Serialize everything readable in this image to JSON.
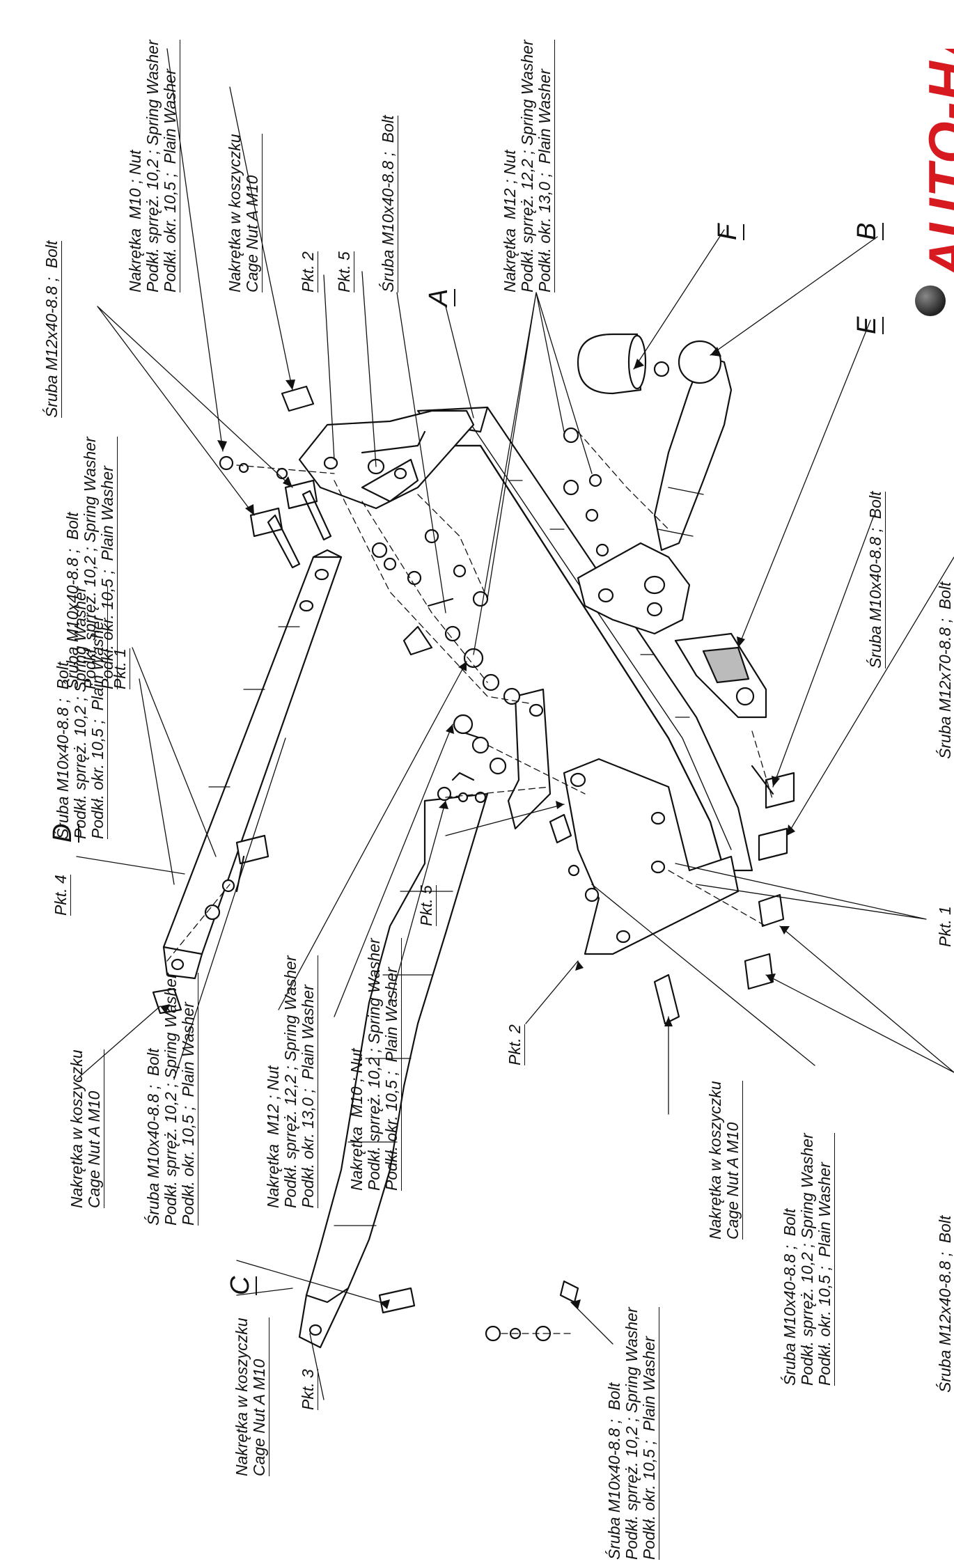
{
  "parts": {
    "A": "A",
    "B": "B",
    "C": "C",
    "D": "D",
    "E": "E",
    "F": "F"
  },
  "labels": {
    "bolt_m12x40_top": "Śruba M12x40-8.8 ;  Bolt",
    "nut_m10_top_1": "Nakrętka  M10 ; Nut",
    "nut_m10_top_2": "Podkł. sprręż. 10,2 ; Spring Washer",
    "nut_m10_top_3": "Podkł. okr. 10,5 ;  Plain Washer",
    "cage_top_1": "Nakrętka w koszyczku",
    "cage_top_2": "Cage Nut A M10",
    "pkt2_top": "Pkt. 2",
    "pkt5_top": "Pkt. 5",
    "bolt_m10x40_top": "Śruba M10x40-8.8 ;  Bolt",
    "nut_m12_top_1": "Nakrętka  M12 ; Nut",
    "nut_m12_top_2": "Podkł. sprręż. 12,2 ; Spring Washer",
    "nut_m12_top_3": "Podkł. okr. 13,0 ;  Plain Washer",
    "bolt_m10x40_bw_left_1": "Śruba M10x40-8.8 ;  Bolt",
    "bolt_m10x40_bw_left_2": "Podkł. sprręż. 10,2 ; Spring Washer",
    "bolt_m10x40_bw_left_3": "Podkł. okr. 10,5 ;  Plain Washer",
    "pkt1_left": "Pkt. 1",
    "bolt_m10x40_bw_lower_1": "Śruba M10x40-8.8 ;  Bolt",
    "bolt_m10x40_bw_lower_2": "Podkł. sprręż. 10,2 ; Spring Washer",
    "bolt_m10x40_bw_lower_3": "Podkł. okr. 10,5 ;  Plain Washer",
    "pkt4": "Pkt. 4",
    "cage_left_1": "Nakrętka w koszyczku",
    "cage_left_2": "Cage Nut A M10",
    "bolt_m10x40_bw_mid_1": "Śruba M10x40-8.8 ;  Bolt",
    "bolt_m10x40_bw_mid_2": "Podkł. sprręż. 10,2 ; Spring Washer",
    "bolt_m10x40_bw_mid_3": "Podkł. okr. 10,5 ;  Plain Washer",
    "nut_m12_mid_1": "Nakrętka  M12 ; Nut",
    "nut_m12_mid_2": "Podkł. sprręż. 12,2 ; Spring Washer",
    "nut_m12_mid_3": "Podkł. okr. 13,0 ;  Plain Washer",
    "nut_m10_mid_1": "Nakrętka  M10 ; Nut",
    "nut_m10_mid_2": "Podkł. sprręż. 10,2 ; Spring Washer",
    "nut_m10_mid_3": "Podkł. okr. 10,5 ;  Plain Washer",
    "pkt5_mid": "Pkt. 5",
    "pkt2_mid": "Pkt. 2",
    "cage_mid_1": "Nakrętka w koszyczku",
    "cage_mid_2": "Cage Nut A M10",
    "bolt_m10x40_bw_right_1": "Śruba M10x40-8.8 ;  Bolt",
    "bolt_m10x40_bw_right_2": "Podkł. sprręż. 10,2 ; Spring Washer",
    "bolt_m10x40_bw_right_3": "Podkł. okr. 10,5 ;  Plain Washer",
    "cage_bottom_1": "Nakrętka w koszyczku",
    "cage_bottom_2": "Cage Nut A M10",
    "pkt3": "Pkt. 3",
    "bolt_m10x40_bw_bottom_1": "Śruba M10x40-8.8 ;  Bolt",
    "bolt_m10x40_bw_bottom_2": "Podkł. sprręż. 10,2 ; Spring Washer",
    "bolt_m10x40_bw_bottom_3": "Podkł. okr. 10,5 ;  Plain Washer",
    "bolt_m10x40_right": "Śruba M10x40-8.8 ;  Bolt",
    "bolt_m12x70_right": "Śruba M12x70-8.8 ;  Bolt",
    "pkt1_right": "Pkt. 1",
    "bolt_m12x40_right": "Śruba M12x40-8.8 ;  Bolt"
  },
  "logo": {
    "text": "AUTO-HAK",
    "color": "#d71920"
  }
}
